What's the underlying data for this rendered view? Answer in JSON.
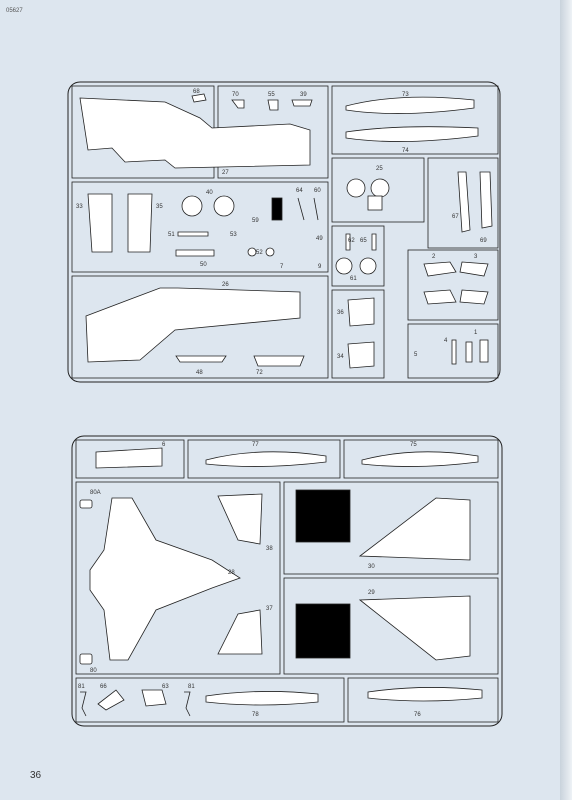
{
  "header": {
    "product_code": "05627"
  },
  "footer": {
    "page_number": "36"
  },
  "sprue_upper": {
    "part_numbers": [
      "68",
      "70",
      "55",
      "39",
      "73",
      "74",
      "27",
      "25",
      "40",
      "64",
      "60",
      "33",
      "35",
      "59",
      "67",
      "69",
      "51",
      "53",
      "49",
      "62",
      "65",
      "52",
      "7",
      "9",
      "61",
      "50",
      "2",
      "3",
      "26",
      "36",
      "1",
      "4",
      "5",
      "34",
      "48",
      "72"
    ]
  },
  "sprue_lower": {
    "part_numbers": [
      "6",
      "77",
      "75",
      "80A",
      "38",
      "28",
      "30",
      "37",
      "29",
      "80",
      "81",
      "66",
      "63",
      "81",
      "78",
      "76"
    ]
  }
}
